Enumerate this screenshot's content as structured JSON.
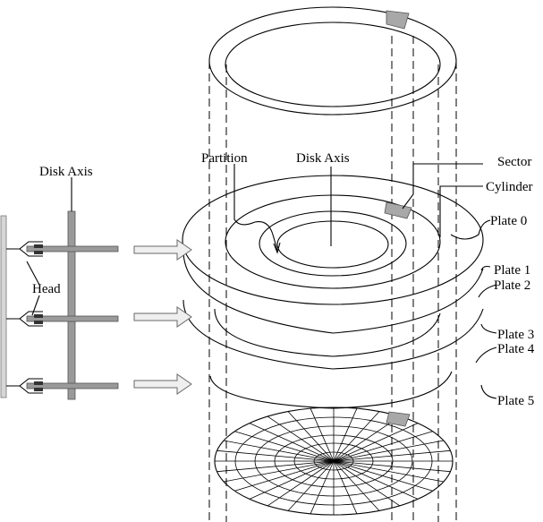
{
  "labels": {
    "disk_axis_left": "Disk Axis",
    "head": "Head",
    "partition": "Partition",
    "disk_axis_center": "Disk Axis",
    "sector": "Sector",
    "cylinder": "Cylinder",
    "plate_0": "Plate 0",
    "plate_1": "Plate 1",
    "plate_2": "Plate 2",
    "plate_3": "Plate 3",
    "plate_4": "Plate 4",
    "plate_5": "Plate 5"
  },
  "colors": {
    "line": "#000000",
    "arm": "#9a9a9a",
    "arrow_fill": "#efefef",
    "sector_fill": "#a8a8a8"
  }
}
